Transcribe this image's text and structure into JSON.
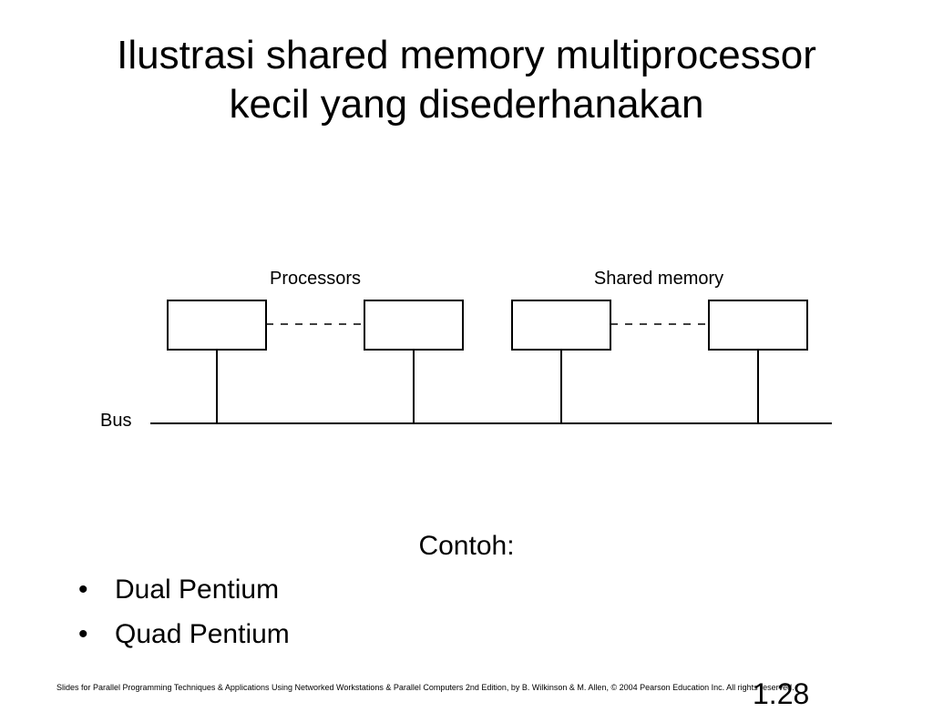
{
  "title": {
    "line1": "Ilustrasi shared memory multiprocessor",
    "line2": "kecil yang disederhanakan"
  },
  "diagram": {
    "processors_label": "Processors",
    "memory_label": "Shared memory",
    "bus_label": "Bus",
    "processor_count_shown": 2,
    "memory_count_shown": 2
  },
  "examples": {
    "heading": "Contoh:",
    "items": [
      "Dual Pentium",
      "Quad Pentium"
    ]
  },
  "footer": {
    "note": "Slides for Parallel Programming Techniques & Applications Using Networked Workstations & Parallel Computers 2nd Edition, by B. Wilkinson & M. Allen, © 2004 Pearson Education Inc. All rights reserved.",
    "slide_number": "1.28"
  }
}
